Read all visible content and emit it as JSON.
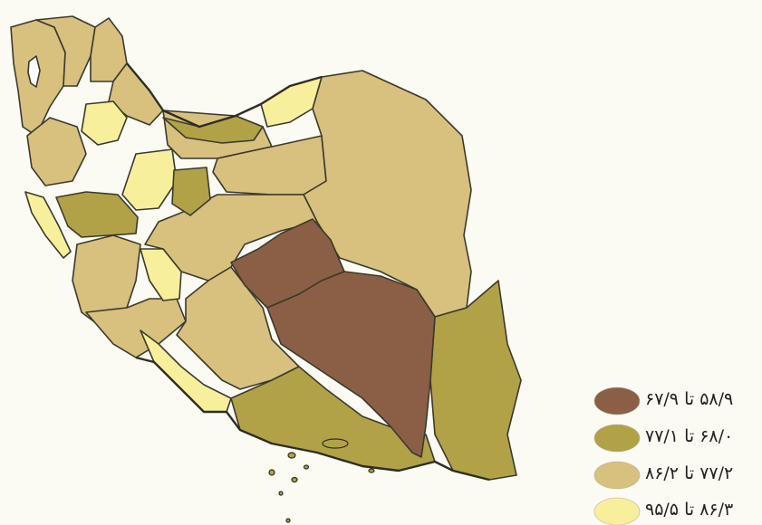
{
  "map": {
    "title": "",
    "colors": {
      "class1": "#8b5f45",
      "class2": "#b2a247",
      "class3": "#d8c07e",
      "class4": "#f7ef9c",
      "water": "#ffffff"
    }
  },
  "legend": {
    "items": [
      {
        "label": "۵۸/۹ تا ۶۷/۹",
        "color": "#8b5f45"
      },
      {
        "label": "۶۸/۰ تا ۷۷/۱",
        "color": "#b2a247"
      },
      {
        "label": "۷۷/۲ تا ۸۶/۲",
        "color": "#d8c07e"
      },
      {
        "label": "۸۶/۳ تا ۹۵/۵",
        "color": "#f7ef9c"
      }
    ]
  }
}
